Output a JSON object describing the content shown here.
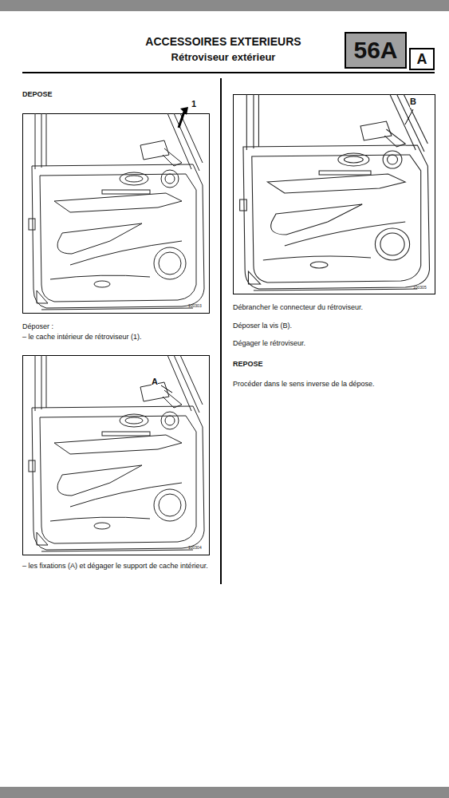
{
  "diagram": {
    "title": "ACCESSOIRES EXTERIEURS",
    "nodes": [
      {
        "text": [
          "56A"
        ]
      },
      {
        "text": [
          "A"
        ]
      }
    ],
    "labels": [
      "Rétroviseur extérieur",
      "DEPOSE",
      "1",
      "100303",
      "Déposer :",
      "– le cache intérieur de rétroviseur (1).",
      "A",
      "100304",
      "– les fixations (A) et dégager le support de cache intérieur.",
      "B",
      "100305",
      "Débrancher le connecteur du rétroviseur.",
      "Déposer la vis (B).",
      "Dégager le rétroviseur.",
      "REPOSE",
      "Procéder dans le sens inverse de la dépose."
    ]
  }
}
